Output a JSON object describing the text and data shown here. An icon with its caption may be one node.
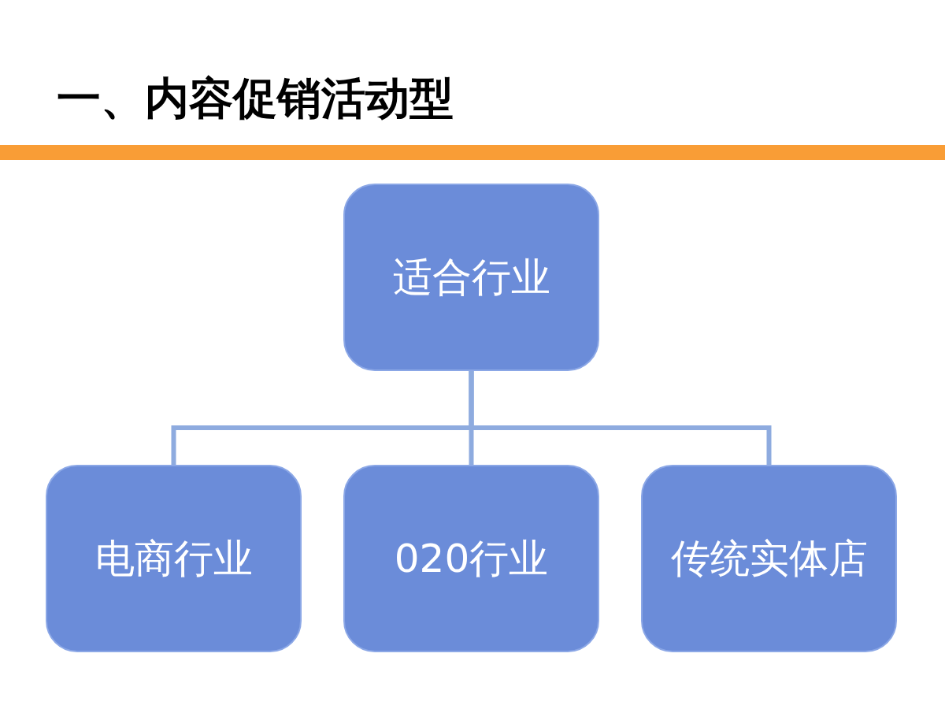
{
  "diagram": {
    "title": "一、内容促销活动型",
    "nodes": [
      {
        "text": [
          "适合行业"
        ]
      },
      {
        "text": [
          "电商行业"
        ]
      },
      {
        "text": [
          "020行业"
        ]
      },
      {
        "text": [
          "传统实体店"
        ]
      }
    ],
    "edges": [
      {
        "from": 0,
        "to": 1,
        "arrow": "none"
      },
      {
        "from": 0,
        "to": 2,
        "arrow": "none"
      },
      {
        "from": 0,
        "to": 3,
        "arrow": "none"
      }
    ]
  }
}
